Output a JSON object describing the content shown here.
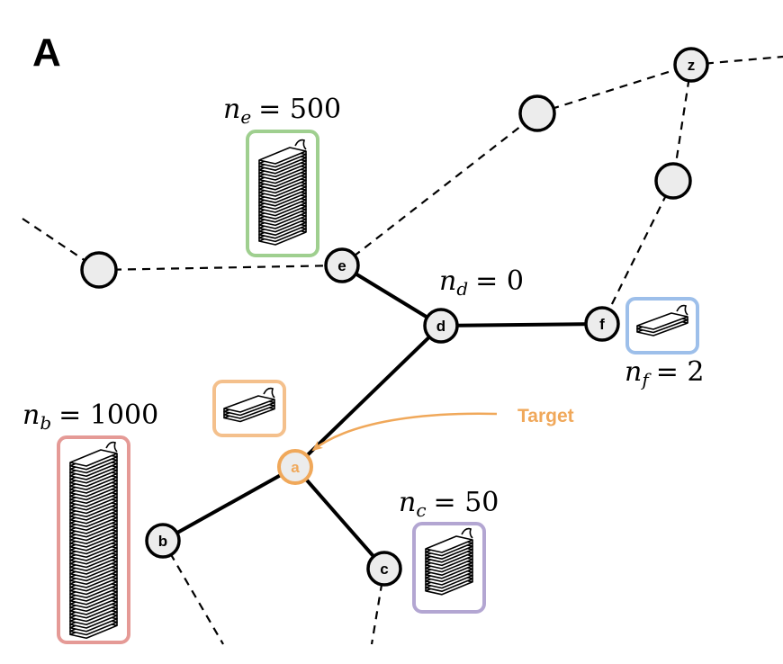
{
  "panel_label": "A",
  "target_label": "Target",
  "colors": {
    "target": "#f0a85a",
    "e_box": "#9fcf8f",
    "b_box": "#e59a96",
    "c_box": "#b3a6d2",
    "f_box": "#9dbfea",
    "a_doc_box": "#f4c08c",
    "node_fill": "#ececec",
    "edge": "#000000"
  },
  "nodes": {
    "z": "z",
    "e": "e",
    "d": "d",
    "f": "f",
    "a": "a",
    "b": "b",
    "c": "c"
  },
  "counts": {
    "e": {
      "var": "n",
      "sub": "e",
      "eq": "= 500"
    },
    "d": {
      "var": "n",
      "sub": "d",
      "eq": "= 0"
    },
    "f": {
      "var": "n",
      "sub": "f",
      "eq": "= 2"
    },
    "b": {
      "var": "n",
      "sub": "b",
      "eq": "= 1000"
    },
    "c": {
      "var": "n",
      "sub": "c",
      "eq": "= 50"
    }
  }
}
